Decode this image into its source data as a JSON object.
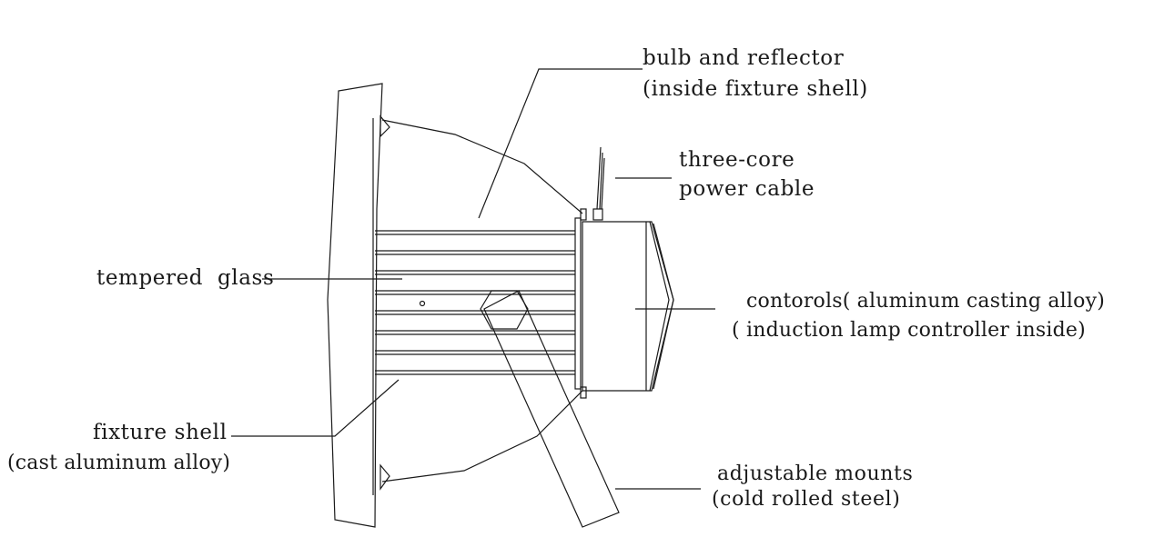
{
  "labels": {
    "bulb_line1": "bulb and reflector",
    "bulb_line2": "(inside fixture shell)",
    "cable_line1": "three-core",
    "cable_line2": "power cable",
    "glass": "tempered  glass",
    "controls_line1": "contorols( aluminum casting alloy)",
    "controls_line2": "( induction lamp controller inside)",
    "shell_line1": "fixture shell",
    "shell_line2": "(cast aluminum alloy)",
    "mounts_line1": "adjustable mounts",
    "mounts_line2": "(cold rolled steel)"
  },
  "style": {
    "line_color": "#1a1a1a",
    "background": "#ffffff"
  }
}
